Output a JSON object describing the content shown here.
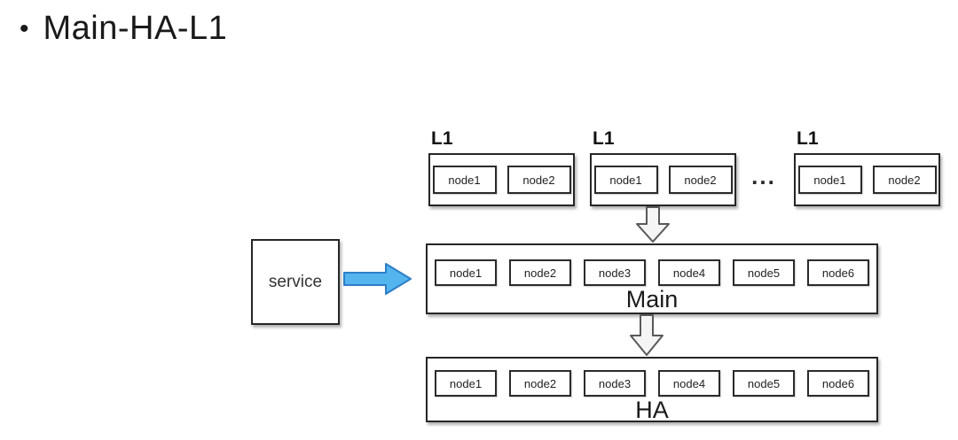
{
  "title": {
    "bullet": "•",
    "text": "Main-HA-L1"
  },
  "diagram": {
    "l1_clusters": [
      {
        "label": "L1",
        "nodes": [
          "node1",
          "node2"
        ]
      },
      {
        "label": "L1",
        "nodes": [
          "node1",
          "node2"
        ]
      },
      {
        "label": "L1",
        "nodes": [
          "node1",
          "node2"
        ]
      }
    ],
    "ellipsis": "...",
    "service_box": {
      "label": "service"
    },
    "main_cluster": {
      "label": "Main",
      "nodes": [
        "node1",
        "node2",
        "node3",
        "node4",
        "node5",
        "node6"
      ]
    },
    "ha_cluster": {
      "label": "HA",
      "nodes": [
        "node1",
        "node2",
        "node3",
        "node4",
        "node5",
        "node6"
      ]
    },
    "colors": {
      "blue_arrow_fill": "#54B4EE",
      "blue_arrow_stroke": "#2D7EC8",
      "gray_arrow_fill": "#F5F5F5",
      "gray_arrow_stroke": "#595959",
      "box_border": "#262626"
    }
  }
}
